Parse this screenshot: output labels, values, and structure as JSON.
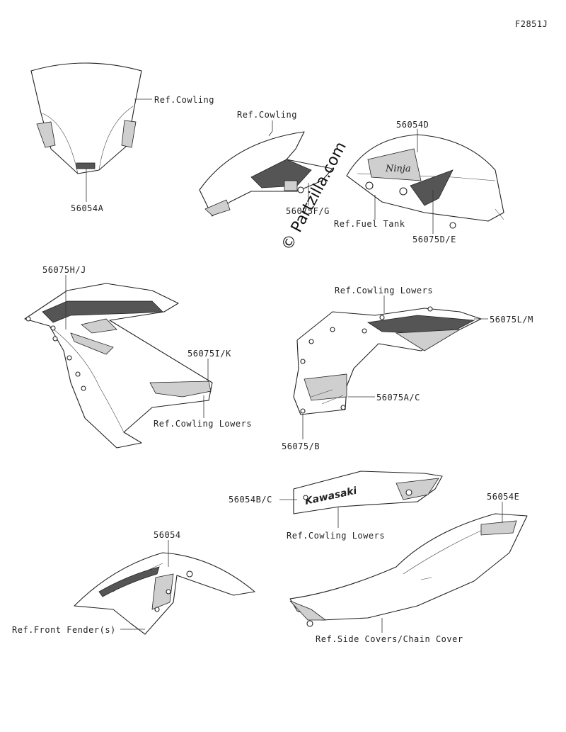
{
  "figure_id": "F2851J",
  "watermark": "© Partzilla.com",
  "labels": {
    "ref_cowling_top": "Ref.Cowling",
    "p56054A": "56054A",
    "ref_cowling_mid": "Ref.Cowling",
    "p56075FG": "56075F/G",
    "p56054D": "56054D",
    "ref_fuel_tank": "Ref.Fuel Tank",
    "p56075DE": "56075D/E",
    "p56075HJ": "56075H/J",
    "p56075IK": "56075I/K",
    "ref_cowling_lowers_left": "Ref.Cowling Lowers",
    "ref_cowling_lowers_right_top": "Ref.Cowling Lowers",
    "p56075LM": "56075L/M",
    "p56075AC": "56075A/C",
    "p56075B": "56075/B",
    "p56054BC": "56054B/C",
    "ref_cowling_lowers_bottom": "Ref.Cowling Lowers",
    "p56054E": "56054E",
    "p56054": "56054",
    "ref_front_fender": "Ref.Front Fender(s)",
    "ref_side_covers": "Ref.Side Covers/Chain Cover"
  },
  "decal_text": {
    "kawasaki": "Kawasaki",
    "ninja": "Ninja"
  },
  "colors": {
    "line": "#222222",
    "shade": "#cfcfcf",
    "dark": "#555555"
  }
}
